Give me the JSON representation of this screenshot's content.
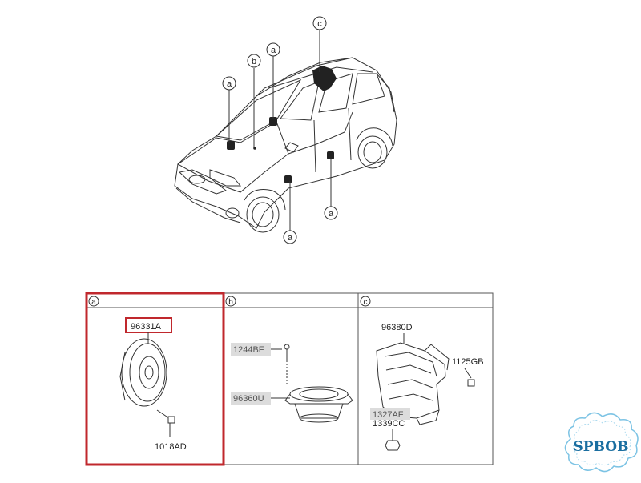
{
  "callouts": {
    "top_c": "c",
    "top_b": "b",
    "top_a_roof": "a",
    "top_a_left": "a",
    "bottom_a_front": "a",
    "bottom_a_rear": "a"
  },
  "panels": {
    "a": {
      "letter": "a",
      "part_main": "96331A",
      "part_screw": "1018AD",
      "highlight_color": "#c0282d"
    },
    "b": {
      "letter": "b",
      "part_screw": "1244BF",
      "part_speaker": "96360U"
    },
    "c": {
      "letter": "c",
      "part_main": "96380D",
      "part_screw": "1125GB",
      "part_nut_a": "1327AF",
      "part_nut_b": "1339CC"
    }
  },
  "watermark": {
    "text": "SPBOB",
    "color": "#1a6ea0"
  }
}
